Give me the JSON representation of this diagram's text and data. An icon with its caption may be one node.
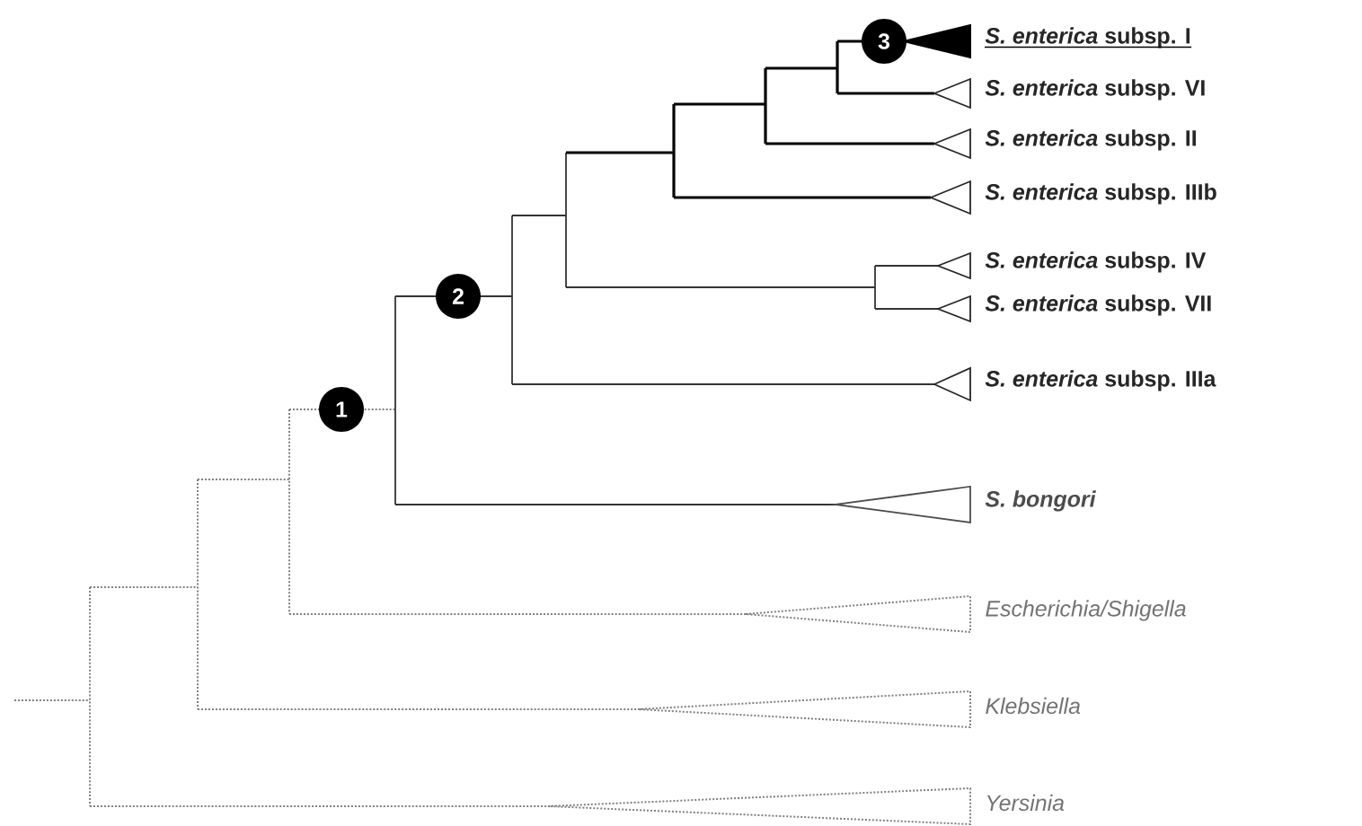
{
  "diagram": {
    "nodes": [
      {
        "text": [
          "3"
        ]
      },
      {
        "text": [],
        "shape": "triangle",
        "beside": [
          "*S. enterica* subsp. I"
        ]
      },
      {
        "text": [],
        "shape": "triangle",
        "beside": [
          "*S. enterica* subsp. VI"
        ]
      },
      {
        "text": [],
        "shape": "triangle",
        "beside": [
          "*S. enterica* subsp. II"
        ]
      },
      {
        "text": [],
        "shape": "triangle",
        "beside": [
          "*S. enterica* subsp. IIIb"
        ]
      },
      {
        "text": [],
        "shape": "triangle",
        "beside": [
          "*S. enterica* subsp. IV"
        ]
      },
      {
        "text": [],
        "shape": "triangle",
        "beside": [
          "*S. enterica* subsp. VII"
        ]
      },
      {
        "text": [
          "2"
        ]
      },
      {
        "text": [],
        "shape": "triangle",
        "beside": [
          "*S. enterica* subsp. IIIa"
        ]
      },
      {
        "text": [
          "1"
        ]
      },
      {
        "text": [],
        "shape": "triangle",
        "beside": [
          "S. bongori"
        ]
      },
      {
        "text": [],
        "shape": "triangle",
        "beside": [
          "Escherichia/Shigella"
        ]
      },
      {
        "text": [],
        "shape": "triangle",
        "beside": [
          "Klebsiella"
        ]
      },
      {
        "text": [],
        "shape": "triangle",
        "beside": [
          "Yersinia"
        ]
      }
    ]
  }
}
